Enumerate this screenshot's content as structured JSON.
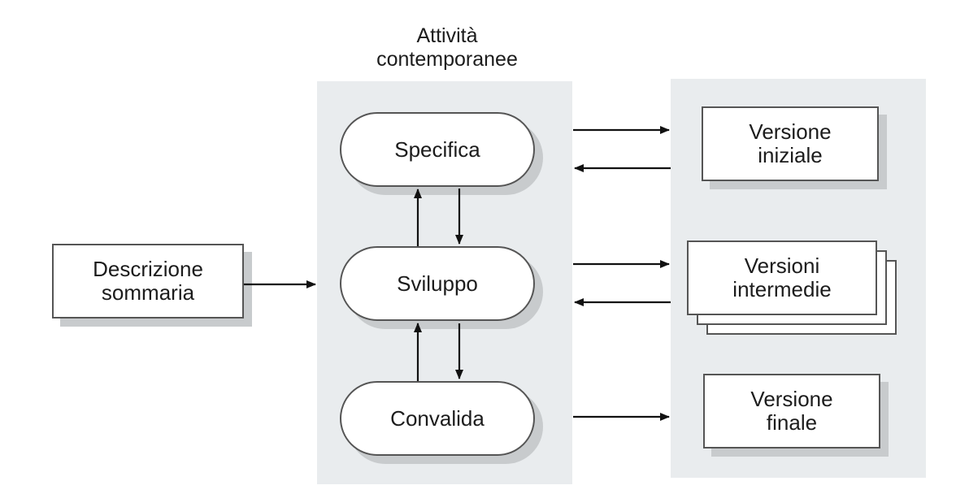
{
  "title": {
    "line1": "Attività",
    "line2": "contemporanee"
  },
  "input": {
    "line1": "Descrizione",
    "line2": "sommaria"
  },
  "activities": {
    "spec": "Specifica",
    "dev": "Sviluppo",
    "valid": "Convalida"
  },
  "versions": {
    "initial": {
      "line1": "Versione",
      "line2": "iniziale"
    },
    "intermediate": {
      "line1": "Versioni",
      "line2": "intermedie"
    },
    "final": {
      "line1": "Versione",
      "line2": "finale"
    }
  },
  "colors": {
    "panel": "#e9ecee",
    "border": "#555555",
    "arrow": "#111111"
  }
}
